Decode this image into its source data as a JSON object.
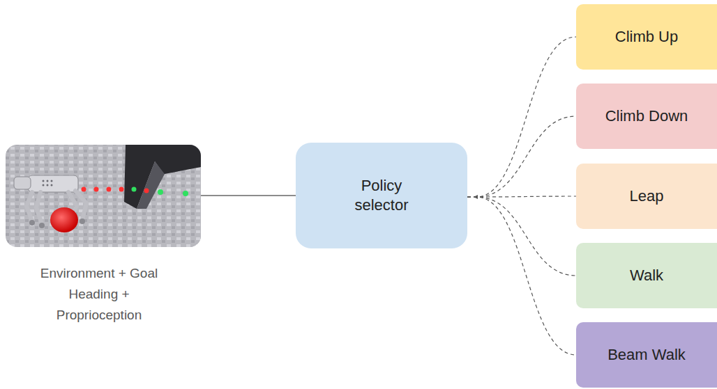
{
  "diagram": {
    "nodes": [
      {
        "text": [
          "Policy selector"
        ]
      },
      {
        "text": [
          "Climb Up"
        ]
      },
      {
        "text": [
          "Climb Down"
        ]
      },
      {
        "text": [
          "Leap"
        ]
      },
      {
        "text": [
          "Walk"
        ]
      },
      {
        "text": [
          "Beam Walk"
        ]
      }
    ],
    "edges": [
      {
        "from": 0,
        "to": 1,
        "arrow": "none"
      },
      {
        "from": 0,
        "to": 2,
        "arrow": "none"
      },
      {
        "from": 0,
        "to": 3,
        "arrow": "none"
      },
      {
        "from": 0,
        "to": 4,
        "arrow": "none"
      },
      {
        "from": 0,
        "to": 5,
        "arrow": "none"
      }
    ],
    "labels": [
      "Environment + Goal Heading + Proprioception"
    ]
  }
}
